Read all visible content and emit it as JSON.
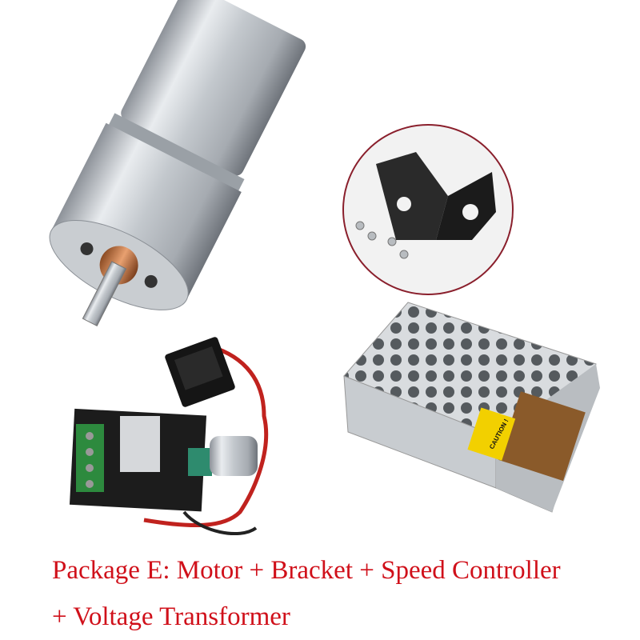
{
  "product": {
    "caption_line1": "Package E: Motor + Bracket + Speed Controller",
    "caption_line2": "+ Voltage Transformer",
    "caption_color": "#d0101a",
    "items": [
      "gear-motor",
      "mounting-bracket-with-screws",
      "pwm-speed-controller-with-switch",
      "switching-power-supply"
    ],
    "psu_label": "CAUTION !"
  }
}
